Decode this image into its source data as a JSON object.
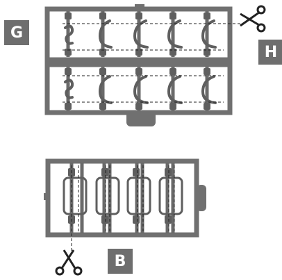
{
  "labels": {
    "g": "G",
    "h": "H",
    "b": "B"
  },
  "colors": {
    "sprue": "#707070",
    "part": "#5f5f5f",
    "badge": "#6e6e6e",
    "cutline": "#222222"
  },
  "icons": {
    "cut_top": "scissors-icon",
    "cut_bottom": "scissors-icon"
  }
}
